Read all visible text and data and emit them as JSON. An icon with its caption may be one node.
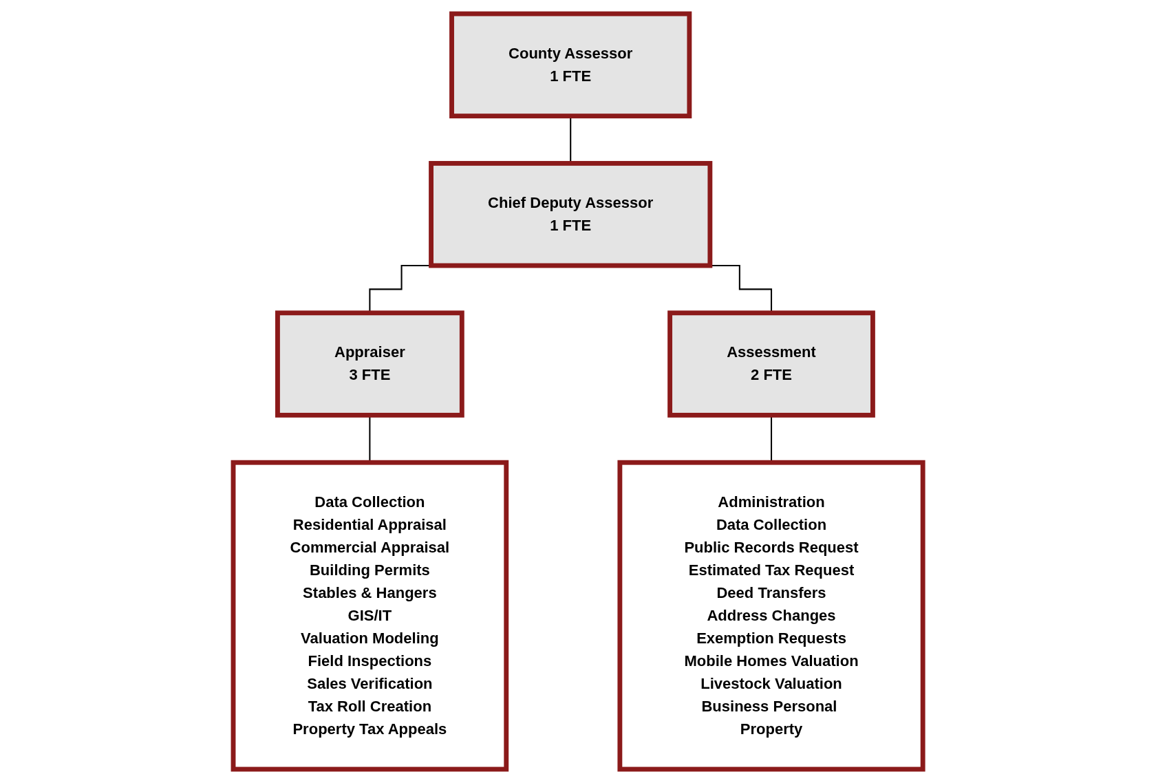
{
  "diagram": {
    "nodes": [
      {
        "text": [
          "County Assessor",
          "1 FTE"
        ]
      },
      {
        "text": [
          "Chief Deputy Assessor",
          "1 FTE"
        ]
      },
      {
        "text": [
          "Appraiser",
          "3 FTE"
        ]
      },
      {
        "text": [
          "Assessment",
          "2 FTE"
        ]
      },
      {
        "text": [
          "Data Collection",
          "Residential Appraisal",
          "Commercial Appraisal",
          "Building Permits",
          "Stables & Hangers",
          "GIS/IT",
          "Valuation Modeling",
          "Field Inspections",
          "Sales Verification",
          "Tax Roll Creation",
          "Property Tax Appeals"
        ]
      },
      {
        "text": [
          "Administration",
          "Data Collection",
          "Public Records Request",
          "Estimated Tax Request",
          "Deed Transfers",
          "Address Changes",
          "Exemption Requests",
          "Mobile Homes Valuation",
          "Livestock Valuation",
          "Business Personal Property"
        ]
      }
    ],
    "edges": [
      {
        "from": 0,
        "to": 1,
        "arrow": "none"
      },
      {
        "from": 1,
        "to": 2,
        "arrow": "none"
      },
      {
        "from": 1,
        "to": 3,
        "arrow": "none"
      },
      {
        "from": 2,
        "to": 4,
        "arrow": "none"
      },
      {
        "from": 3,
        "to": 5,
        "arrow": "none"
      }
    ]
  }
}
